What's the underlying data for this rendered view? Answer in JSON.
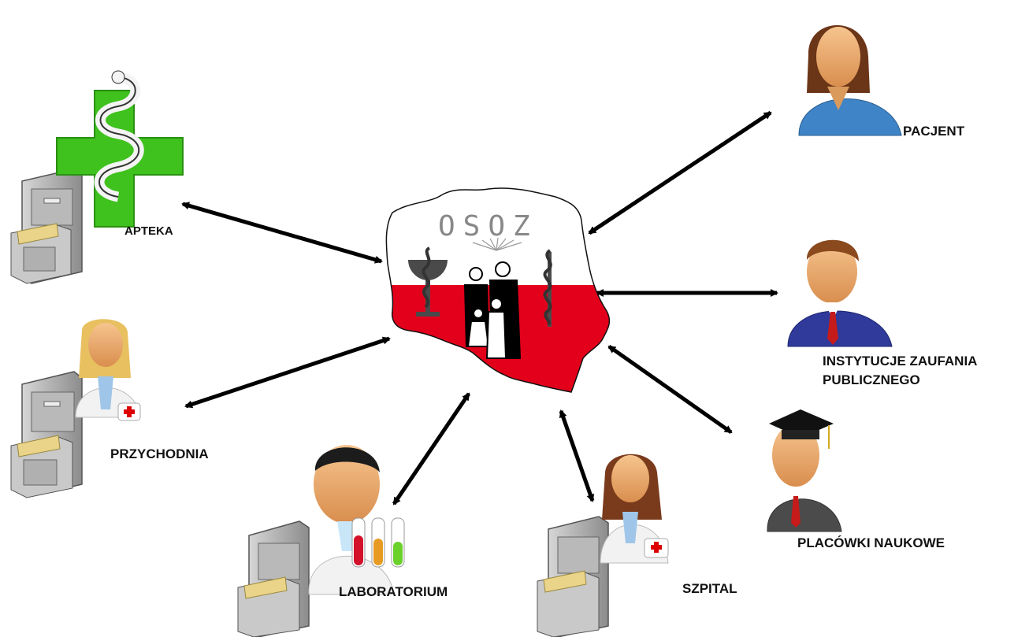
{
  "center": {
    "title": "OSOZ"
  },
  "nodes": {
    "apteka": "APTEKA",
    "przychodnia": "PRZYCHODNIA",
    "laboratorium": "LABORATORIUM",
    "szpital": "SZPITAL",
    "pacjent": "PACJENT",
    "instytucje_line1": "INSTYTUCJE ZAUFANIA",
    "instytucje_line2": "PUBLICZNEGO",
    "placowki": "PLACÓWKI NAUKOWE"
  },
  "colors": {
    "poland_red": "#e3001b",
    "cabinet_gray": "#9a9a9a",
    "cross_green": "#3fc21d",
    "arrow": "#000000"
  }
}
